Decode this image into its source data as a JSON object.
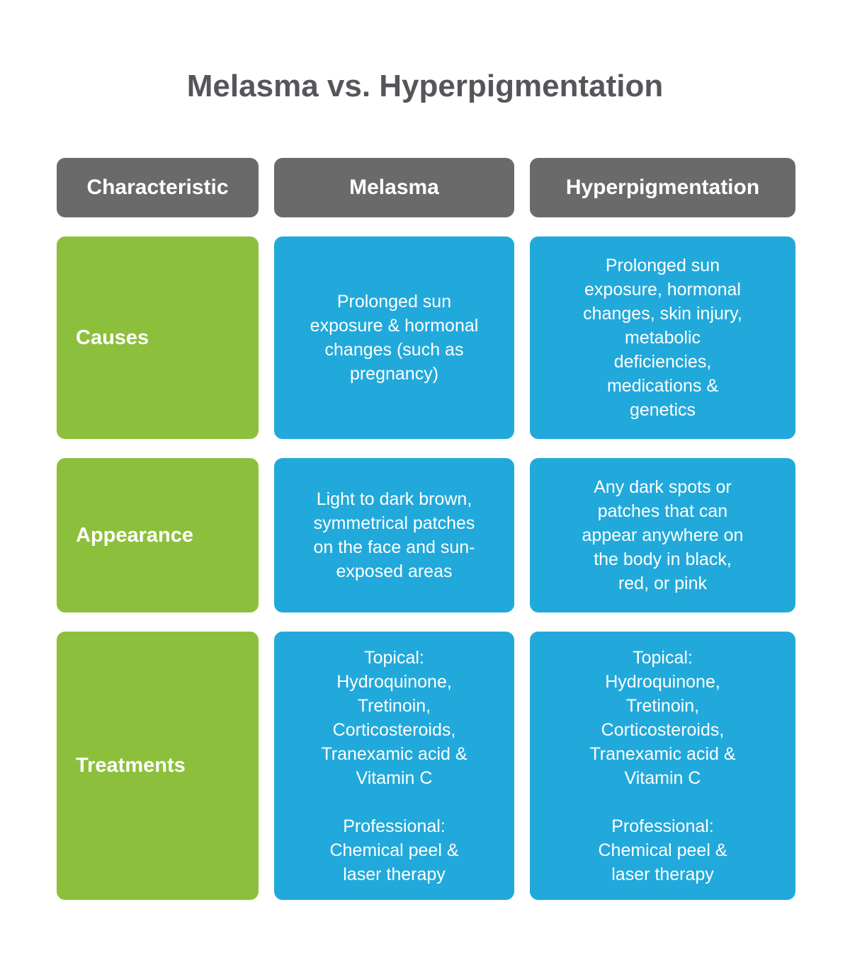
{
  "colors": {
    "header_gray": "#6a6a6a",
    "characteristic_green": "#8cc03c",
    "cell_blue": "#21a9db",
    "title_text": "#54565a",
    "cell_text": "#ffffff",
    "background": "#ffffff"
  },
  "chart_data": {
    "type": "table",
    "title": "Melasma vs. Hyperpigmentation",
    "columns": [
      "Characteristic",
      "Melasma",
      "Hyperpigmentation"
    ],
    "rows": [
      {
        "characteristic": "Causes",
        "melasma": "Prolonged sun\nexposure & hormonal\nchanges (such as\npregnancy)",
        "hyperpigmentation": "Prolonged sun\nexposure, hormonal\nchanges, skin injury,\nmetabolic\ndeficiencies,\nmedications &\ngenetics"
      },
      {
        "characteristic": "Appearance",
        "melasma": "Light to dark brown,\nsymmetrical patches\non the face and sun-\nexposed areas",
        "hyperpigmentation": "Any dark spots or\npatches that can\nappear anywhere on\nthe body in black,\nred, or pink"
      },
      {
        "characteristic": "Treatments",
        "melasma": "Topical:\nHydroquinone,\nTretinoin,\nCorticosteroids,\nTranexamic acid &\nVitamin C\n\nProfessional:\nChemical peel &\nlaser therapy",
        "hyperpigmentation": "Topical:\nHydroquinone,\nTretinoin,\nCorticosteroids,\nTranexamic acid &\nVitamin C\n\nProfessional:\nChemical peel &\nlaser therapy"
      }
    ],
    "layout": {
      "legend": "none",
      "grid": "off",
      "note": "comparison table infographic with rounded colored cells"
    }
  }
}
